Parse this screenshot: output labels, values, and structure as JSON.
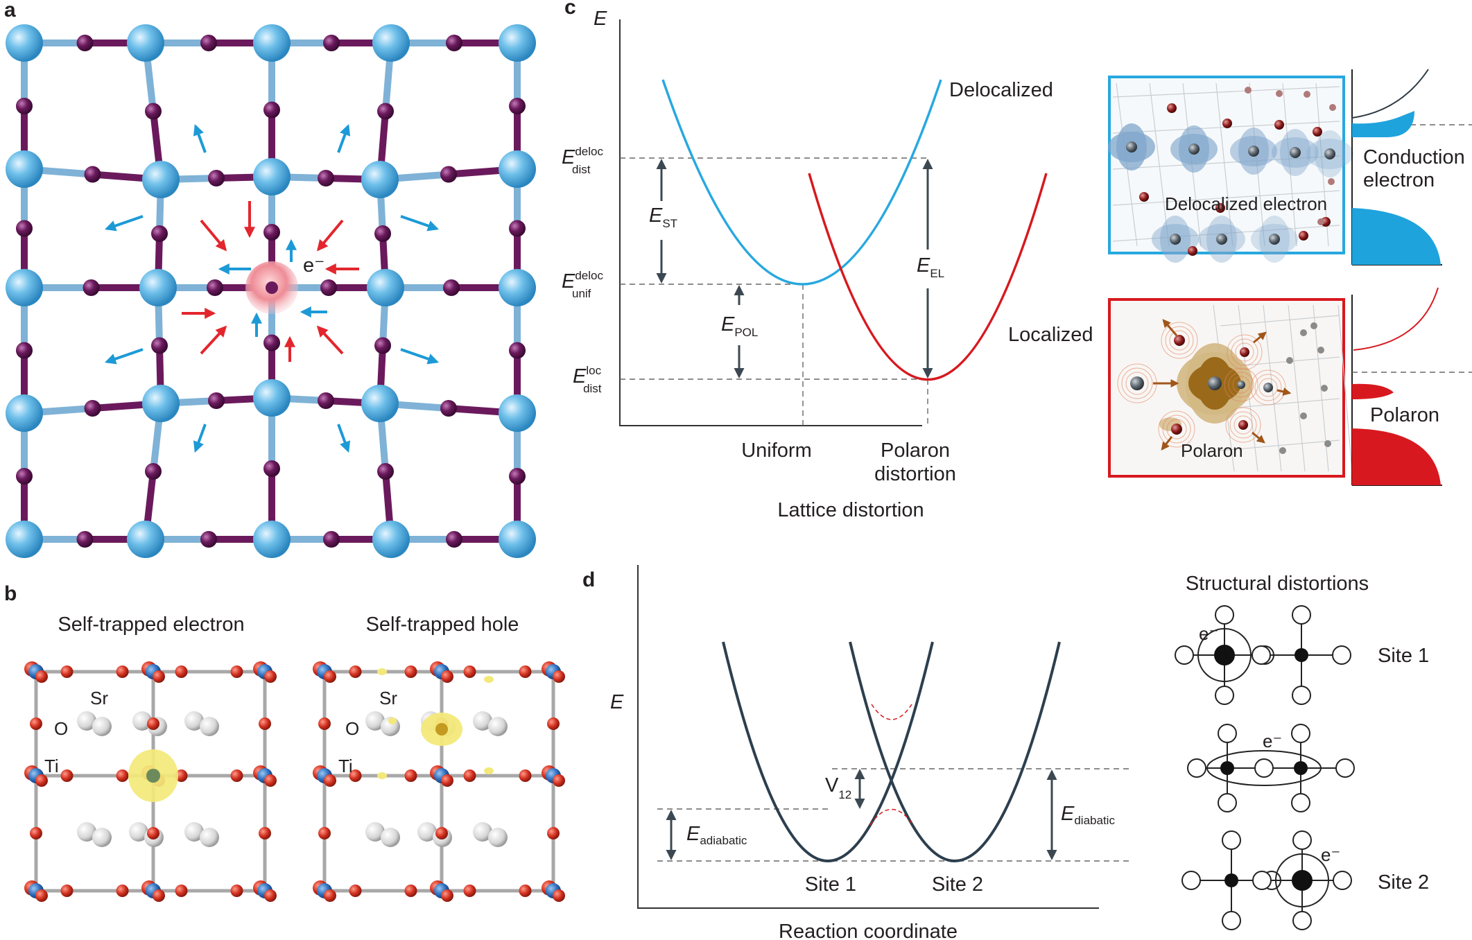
{
  "panels": {
    "a": {
      "label": "a",
      "electron": "e⁻"
    },
    "b": {
      "label": "b",
      "electron_title": "Self-trapped electron",
      "hole_title": "Self-trapped hole",
      "atom_sr": "Sr",
      "atom_o": "O",
      "atom_ti": "Ti"
    },
    "c": {
      "label": "c",
      "e_axis": "E",
      "e_dist_deloc": "E",
      "e_dist_deloc_sup": "deloc",
      "e_dist_deloc_sub": "dist",
      "e_unif_deloc": "E",
      "e_unif_deloc_sup": "deloc",
      "e_unif_deloc_sub": "unif",
      "e_dist_loc": "E",
      "e_dist_loc_sup": "loc",
      "e_dist_loc_sub": "dist",
      "e_st": "E",
      "e_st_sub": "ST",
      "e_pol": "E",
      "e_pol_sub": "POL",
      "e_el": "E",
      "e_el_sub": "EL",
      "delocalized": "Delocalized",
      "localized": "Localized",
      "uniform": "Uniform",
      "polaron_distortion_1": "Polaron",
      "polaron_distortion_2": "distortion",
      "x_axis": "Lattice distortion",
      "deloc_electron": "Delocalized electron",
      "conduction_1": "Conduction",
      "conduction_2": "electron",
      "polaron_inset": "Polaron",
      "polaron_band": "Polaron"
    },
    "d": {
      "label": "d",
      "e_axis": "E",
      "v12": "V",
      "v12_sub": "12",
      "e_adiabatic": "E",
      "e_adiabatic_sub": "adiabatic",
      "e_diabatic": "E",
      "e_diabatic_sub": "diabatic",
      "site1": "Site 1",
      "site2": "Site 2",
      "x_axis": "Reaction coordinate",
      "structural_title": "Structural distortions",
      "site1_right": "Site 1",
      "site2_right": "Site 2",
      "electron": "e⁻"
    }
  },
  "colors": {
    "ti_blue": "#5ab4e5",
    "o_purple": "#6a1a5c",
    "deloc_curve": "#27a8e0",
    "loc_curve": "#d7191f",
    "arrow_dark": "#3b4852",
    "red_arrow": "#e3262d",
    "blue_arrow": "#1d9ad6",
    "sto_red": "#d2301e",
    "sto_blue": "#2e6fbf",
    "polaron_yellow": "#f3e97a",
    "polaron_brown": "#9a6a1a"
  }
}
